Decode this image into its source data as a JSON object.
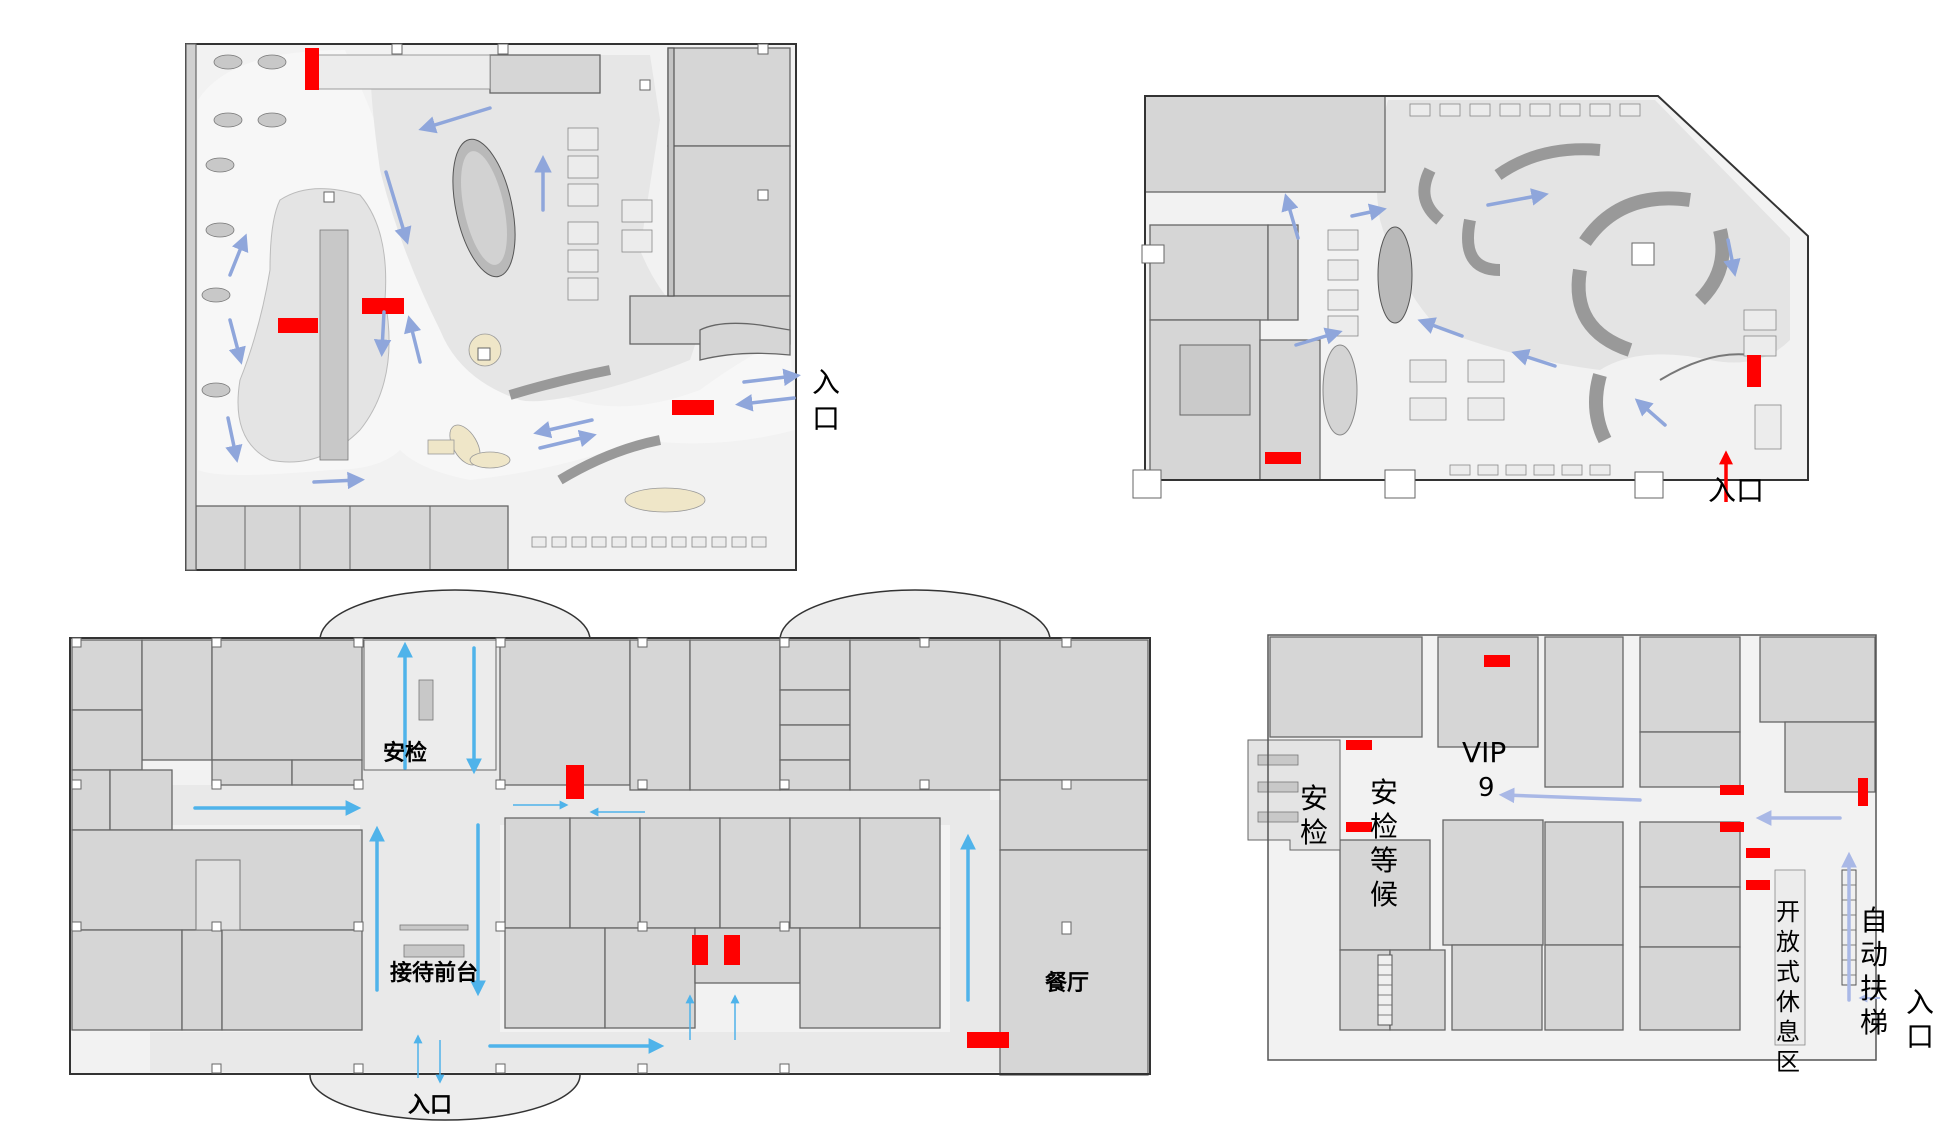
{
  "colors": {
    "flow_arrow_plan1": "#8fa6db",
    "flow_arrow_plan3": "#4fb3ea",
    "flow_arrow_plan4": "#a9b8e6",
    "entry_arrow_plan2": "#ff0000",
    "marker": "#ff0000",
    "room_fill": "#d6d6d6",
    "floor_fill": "#f2f2f2"
  },
  "plans": {
    "top_left": {
      "entrance_label": "入口"
    },
    "top_right": {
      "entrance_label": "入口"
    },
    "bottom_left": {
      "labels": {
        "security": "安检",
        "reception": "接待前台",
        "restaurant": "餐厅",
        "entrance": "入口"
      }
    },
    "bottom_right": {
      "labels": {
        "security": "安检",
        "security_wait": "安检等候",
        "vip_line1": "VIP",
        "vip_line2": "9",
        "lounge": "开放式休息区",
        "escalator": "自动扶梯",
        "entrance": "入口"
      }
    }
  }
}
